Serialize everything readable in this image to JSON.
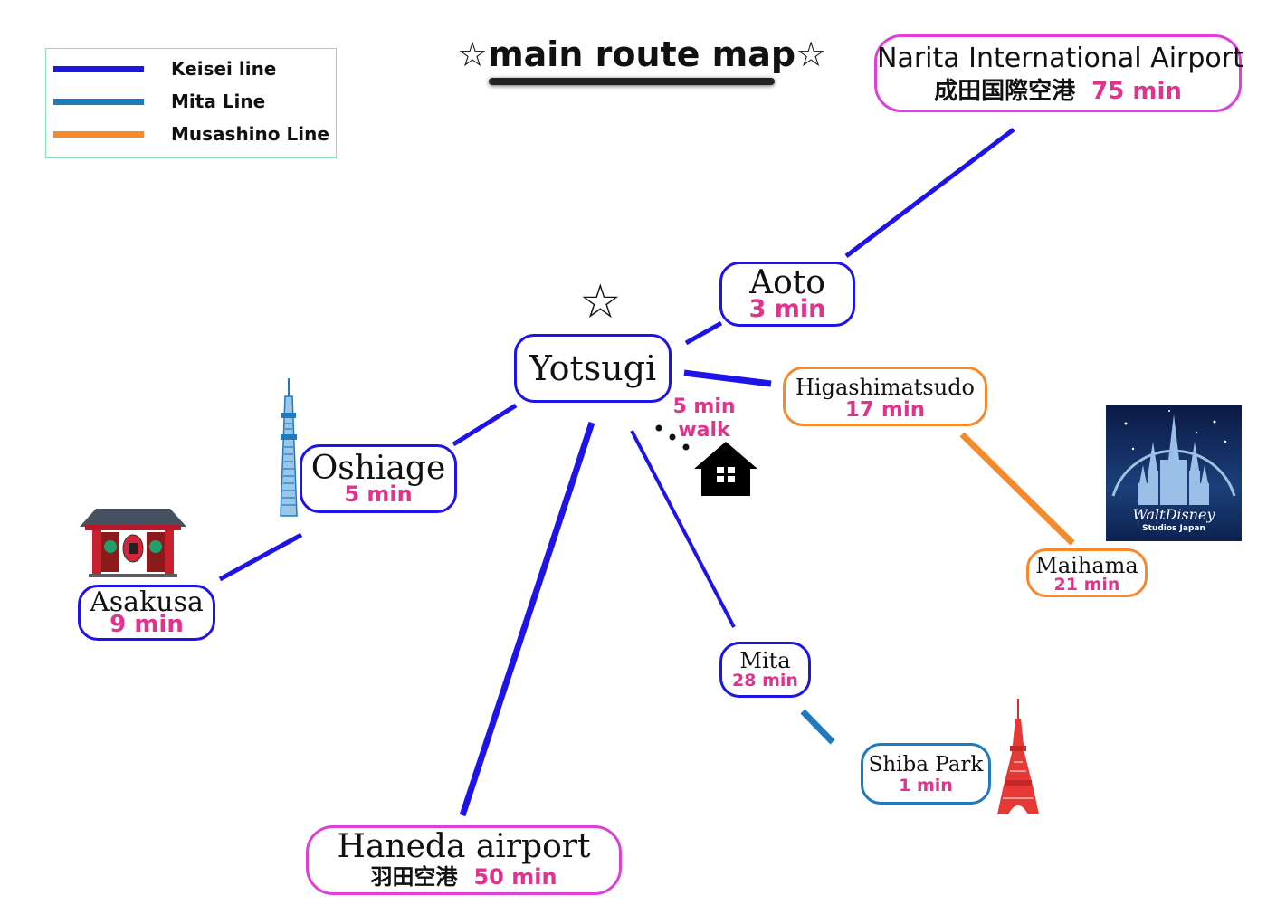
{
  "title": "☆main route map☆",
  "legend": [
    {
      "label": "Keisei line",
      "color": "#1e14e8"
    },
    {
      "label": "Mita Line",
      "color": "#1f7bbd"
    },
    {
      "label": "Musashino Line",
      "color": "#f58a2a"
    }
  ],
  "colors": {
    "keisei": "#1e14e8",
    "mita": "#1f7bbd",
    "musashino": "#f58a2a",
    "airport_border": "#de3fd8",
    "time": "#e0338d"
  },
  "stations": {
    "narita": {
      "name": "Narita International Airport",
      "kanji": "成田国際空港",
      "time": "75 min"
    },
    "aoto": {
      "name": "Aoto",
      "time": "3 min"
    },
    "yotsugi": {
      "name": "Yotsugi",
      "marker": "☆"
    },
    "higashimatsudo": {
      "name": "Higashimatsudo",
      "time": "17 min"
    },
    "oshiage": {
      "name": "Oshiage",
      "time": "5 min"
    },
    "asakusa": {
      "name": "Asakusa",
      "time": "9 min"
    },
    "maihama": {
      "name": "Maihama",
      "time": "21 min"
    },
    "mita": {
      "name": "Mita",
      "time": "28 min"
    },
    "shiba": {
      "name": "Shiba Park",
      "time": "1 min"
    },
    "haneda": {
      "name": "Haneda airport",
      "kanji": "羽田空港",
      "time": "50 min"
    }
  },
  "walk_note": {
    "time": "5 min",
    "label": "walk"
  },
  "disney_logo": {
    "brand": "WaltDisney",
    "subtitle": "Studios Japan"
  },
  "icons": [
    "skytree-icon",
    "kaminarimon-gate-icon",
    "house-icon",
    "tokyo-tower-icon",
    "disney-castle-image"
  ]
}
